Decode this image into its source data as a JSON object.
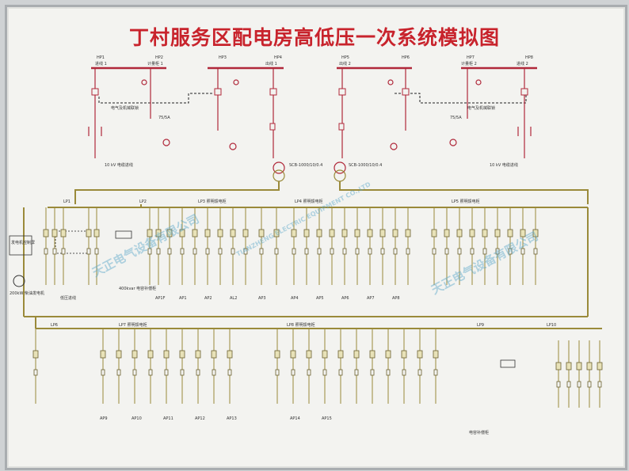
{
  "title": "丁村服务区配电房高低压一次系统模拟图",
  "colors": {
    "title": "#c8232c",
    "hv_bus": "#b0283a",
    "lv_bus": "#9a8a3a",
    "device": "#b0283a",
    "dashed": "#222222"
  },
  "hv": {
    "cabinets": [
      "HP1",
      "HP2",
      "HP3",
      "HP4",
      "HP5",
      "HP6",
      "HP7",
      "HP8"
    ],
    "bus_labels": [
      "进线 1",
      "计量柜 1",
      "出线 1",
      "出线 2",
      "计量柜 2",
      "进线 2"
    ],
    "interlock_label": "电气及机械联锁",
    "ct_label": "75/5A",
    "incoming_labels": [
      "10 kV 电缆进线",
      "10 kV 电缆进线"
    ],
    "transformer_labels": [
      "SCB-1000/10/0.4",
      "SCB-1000/10/0.4"
    ]
  },
  "lv": {
    "sections": [
      "LP1",
      "LP2",
      "LP3 照明馈电柜",
      "LP4 照明馈电柜",
      "LP5 照明馈电柜",
      "LP6",
      "LP7 照明馈电柜",
      "LP8 照明馈电柜",
      "LP9",
      "LP10"
    ],
    "generator_label": "200kW 柴油发电机",
    "gen_panel_label": "发电机控制屏",
    "capacitor_labels": [
      "400kvar 电容补偿柜",
      "电容补偿柜"
    ],
    "outgoing_label": "低压进线",
    "feeder_labels_row1": [
      "AP1F",
      "AP1",
      "AP2",
      "AL2",
      "AP3",
      "AP4",
      "AP5",
      "AP6",
      "AP7",
      "AP8"
    ],
    "feeder_labels_row2": [
      "AP9",
      "AP10",
      "AP11",
      "AP12",
      "AP13",
      "AP14",
      "AP15"
    ]
  },
  "watermark": [
    "天正电气设备有限公司",
    "TIANZHENG ELECTRIC EQUIPMENT CO.,LTD"
  ]
}
